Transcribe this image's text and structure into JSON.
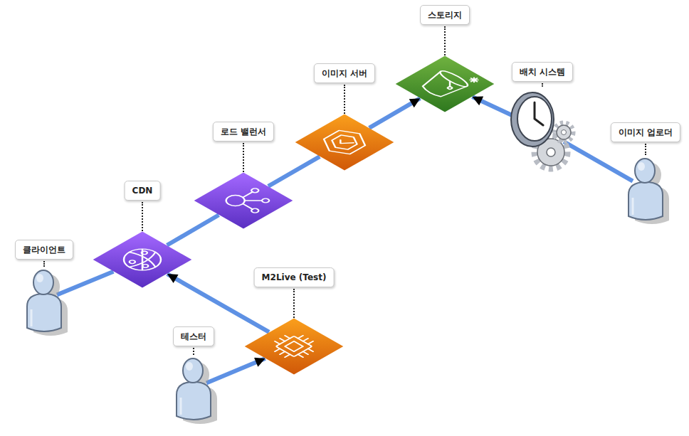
{
  "diagram": {
    "nodes": [
      {
        "text": [
          "스토리지"
        ]
      },
      {
        "text": [
          "이미지 서버"
        ]
      },
      {
        "text": [
          "배치 시스템"
        ]
      },
      {
        "text": [
          "이미지 업로더"
        ]
      },
      {
        "text": [
          "로드 밸런서"
        ]
      },
      {
        "text": [
          "CDN"
        ]
      },
      {
        "text": [
          "클라이언트"
        ]
      },
      {
        "text": [
          "M2Live (Test)"
        ]
      },
      {
        "text": [
          "테스터"
        ]
      }
    ],
    "edges": [
      {
        "from": 6,
        "to": 5,
        "arrow": "none"
      },
      {
        "from": 5,
        "to": 4,
        "arrow": "none"
      },
      {
        "from": 4,
        "to": 1,
        "arrow": "none"
      },
      {
        "from": 1,
        "to": 0,
        "arrow": "to"
      },
      {
        "from": 2,
        "to": 0,
        "arrow": "to"
      },
      {
        "from": 3,
        "to": 2,
        "arrow": "none"
      },
      {
        "from": 7,
        "to": 5,
        "arrow": "to"
      },
      {
        "from": 8,
        "to": 7,
        "arrow": "to"
      }
    ]
  }
}
